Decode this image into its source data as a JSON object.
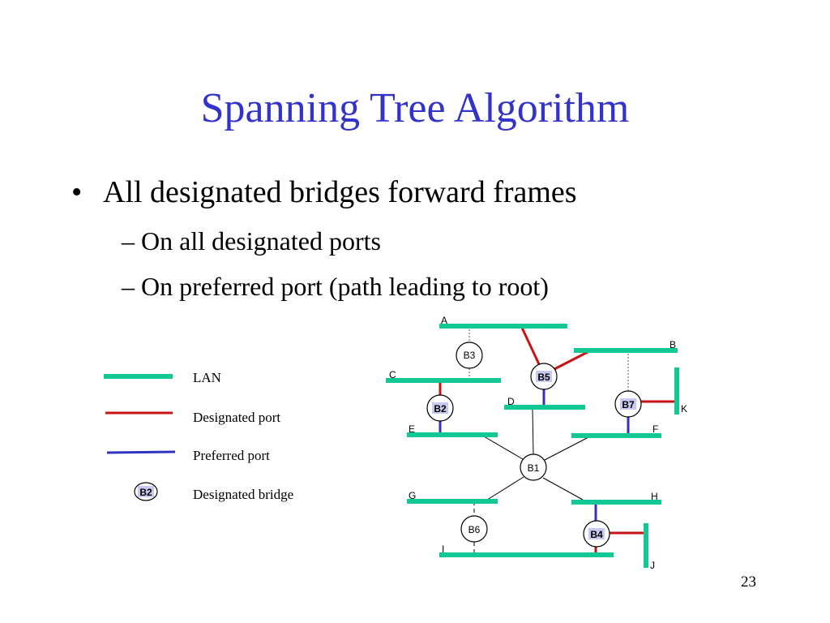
{
  "slide": {
    "title": "Spanning Tree Algorithm",
    "bullet": "All designated bridges forward frames",
    "subbullets": [
      "On all designated ports",
      "On preferred port (path leading to root)"
    ],
    "page_number": "23"
  },
  "legend": {
    "lan": "LAN",
    "designated_port": "Designated port",
    "preferred_port": "Preferred port",
    "designated_bridge": "Designated bridge",
    "bridge_sample": "B2"
  },
  "diagram": {
    "lans": {
      "A": "A",
      "B": "B",
      "C": "C",
      "D": "D",
      "E": "E",
      "F": "F",
      "G": "G",
      "H": "H",
      "I": "I",
      "J": "J",
      "K": "K"
    },
    "bridges": {
      "B1": "B1",
      "B2": "B2",
      "B3": "B3",
      "B4": "B4",
      "B5": "B5",
      "B6": "B6",
      "B7": "B7"
    }
  },
  "colors": {
    "title": "#3333cc",
    "lan": "#14c896",
    "designated": "#c81414",
    "preferred": "#3232c0",
    "highlight": "#c8c8f0"
  }
}
